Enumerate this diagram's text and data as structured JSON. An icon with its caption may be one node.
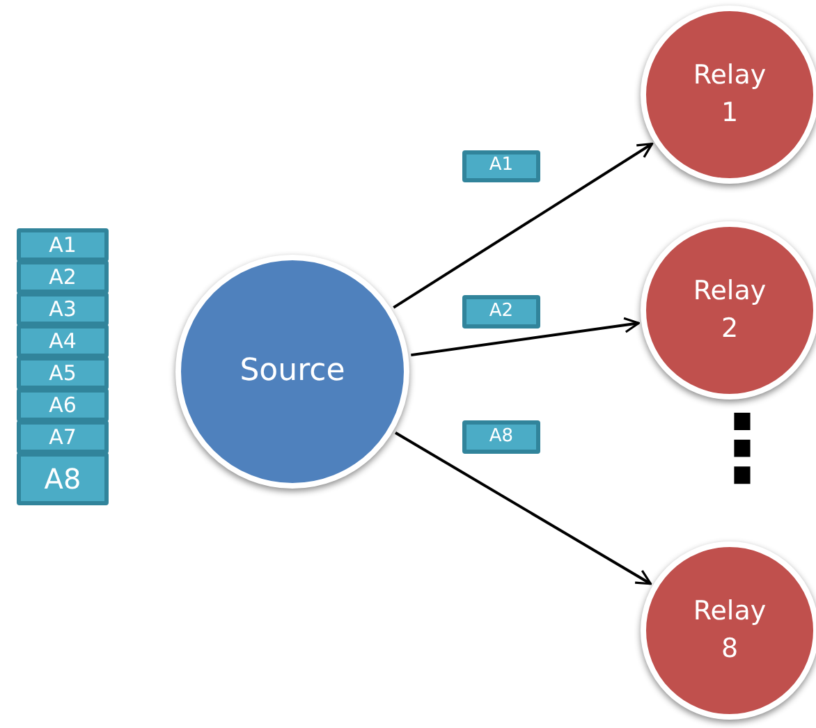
{
  "diagram": {
    "nodes": [
      {
        "text": [
          "A1"
        ]
      },
      {
        "text": [
          "A2"
        ]
      },
      {
        "text": [
          "A3"
        ]
      },
      {
        "text": [
          "A4"
        ]
      },
      {
        "text": [
          "A5"
        ]
      },
      {
        "text": [
          "A6"
        ]
      },
      {
        "text": [
          "A7"
        ]
      },
      {
        "text": [
          "A8"
        ]
      },
      {
        "text": [
          "Source"
        ]
      },
      {
        "text": [
          "A1"
        ]
      },
      {
        "text": [
          "A2"
        ]
      },
      {
        "text": [
          "A8"
        ]
      },
      {
        "text": [
          "Relay 1"
        ]
      },
      {
        "text": [
          "Relay 2"
        ]
      },
      {
        "text": [
          "Relay 8"
        ]
      }
    ],
    "edges": [
      {
        "from": 8,
        "to": 12,
        "arrow": "to"
      },
      {
        "from": 8,
        "to": 13,
        "arrow": "to"
      },
      {
        "from": 8,
        "to": 14,
        "arrow": "to"
      }
    ],
    "labels": [
      "⋮"
    ]
  }
}
